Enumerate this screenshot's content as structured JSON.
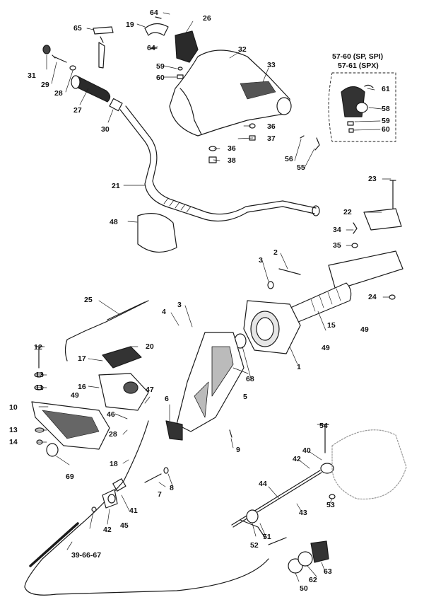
{
  "colors": {
    "ink": "#1a1a1a",
    "light_ink": "#9a9a9a",
    "paper": "#ffffff"
  },
  "variant_labels": {
    "sp_spi": "57-60 (SP, SPI)",
    "spx": "57-61 (SPX)"
  },
  "callouts": {
    "c1": "1",
    "c2": "2",
    "c3a": "3",
    "c3b": "3",
    "c4": "4",
    "c5": "5",
    "c6": "6",
    "c7": "7",
    "c8": "8",
    "c9": "9",
    "c10": "10",
    "c11": "11",
    "c12": "12",
    "c13a": "13",
    "c13b": "13",
    "c14": "14",
    "c15": "15",
    "c16": "16",
    "c17": "17",
    "c18": "18",
    "c19": "19",
    "c20": "20",
    "c21": "21",
    "c22": "22",
    "c23": "23",
    "c24": "24",
    "c25": "25",
    "c26": "26",
    "c27": "27",
    "c28a": "28",
    "c28b": "28",
    "c29": "29",
    "c30": "30",
    "c31": "31",
    "c32": "32",
    "c33": "33",
    "c34": "34",
    "c35": "35",
    "c36a": "36",
    "c36b": "36",
    "c37": "37",
    "c38": "38",
    "c39": "39-66-67",
    "c40": "40",
    "c41": "41",
    "c42a": "42",
    "c42b": "42",
    "c43": "43",
    "c44": "44",
    "c45": "45",
    "c46": "46",
    "c47": "47",
    "c48": "48",
    "c49a": "49",
    "c49b": "49",
    "c49c": "49",
    "c50": "50",
    "c51": "51",
    "c52": "52",
    "c53": "53",
    "c54": "54",
    "c55": "55",
    "c56": "56",
    "c58": "58",
    "c59a": "59",
    "c59b": "59",
    "c60a": "60",
    "c60b": "60",
    "c61": "61",
    "c62": "62",
    "c63": "63",
    "c64a": "64",
    "c64b": "64",
    "c65": "65",
    "c68": "68",
    "c69": "69"
  }
}
